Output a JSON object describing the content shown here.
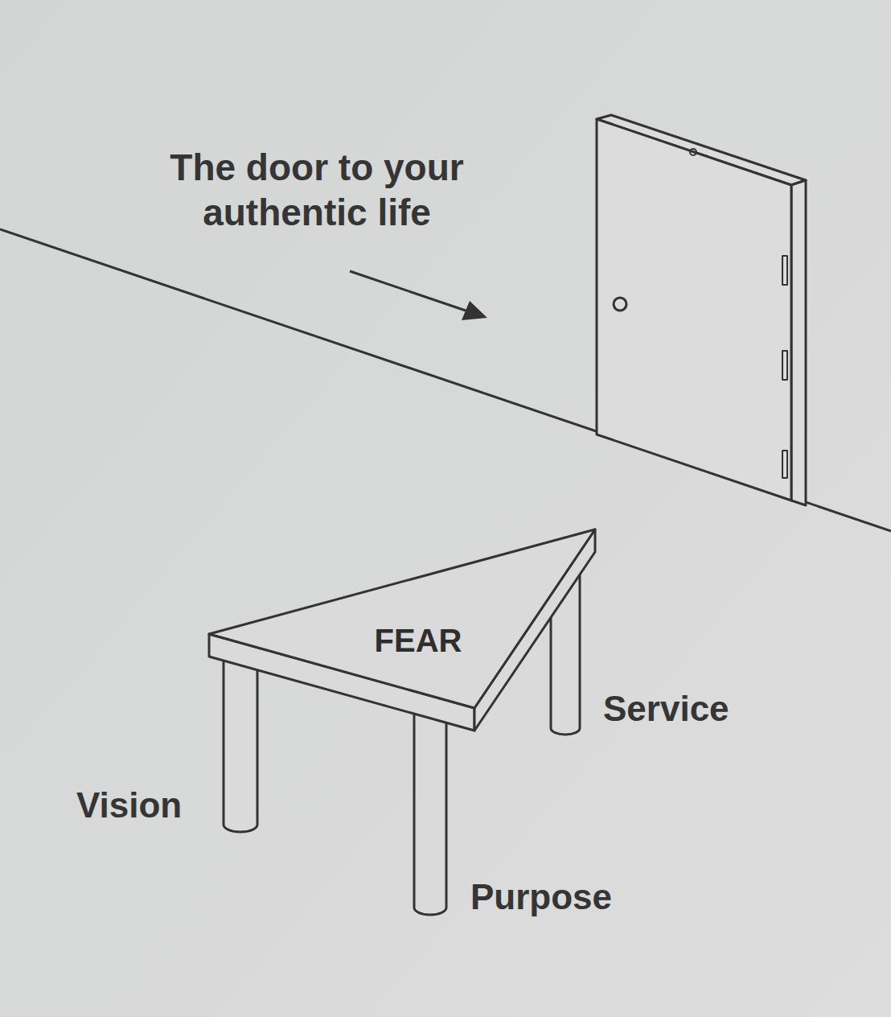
{
  "diagram": {
    "nodes": [
      {
        "text": [
          "FEAR"
        ]
      }
    ],
    "labels": [
      "The door to your authentic life",
      "Service",
      "Vision",
      "Purpose"
    ]
  }
}
